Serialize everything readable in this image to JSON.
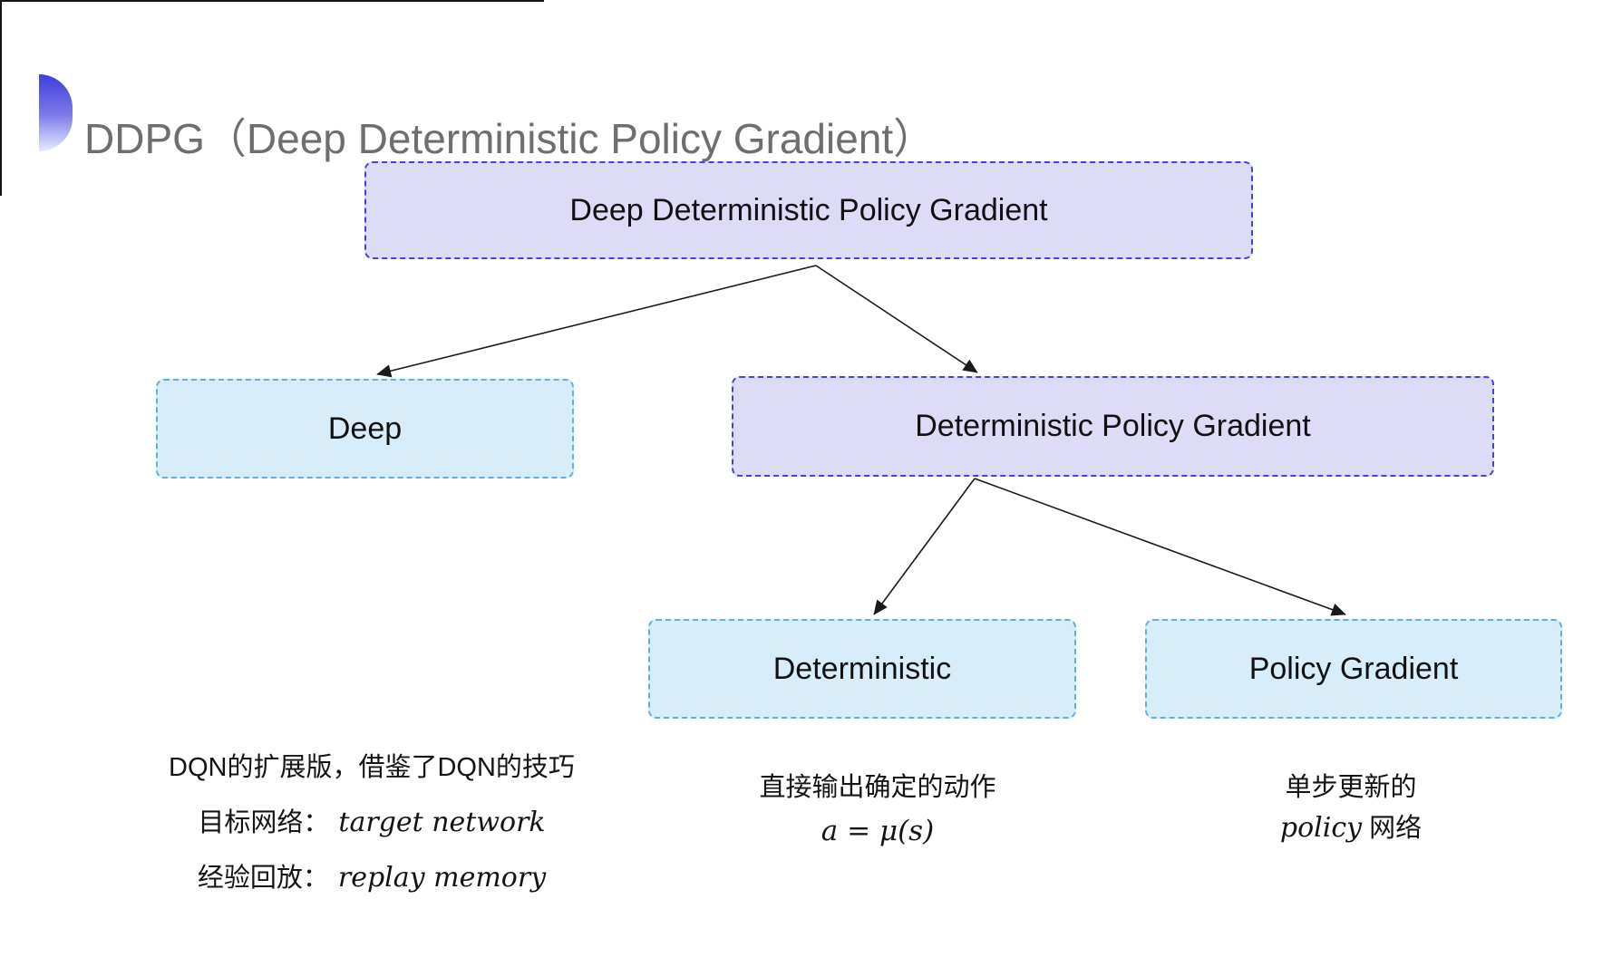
{
  "title": "DDPG（Deep Deterministic Policy Gradient）",
  "tree": {
    "root": "Deep Deterministic Policy Gradient",
    "deep": "Deep",
    "dpg": "Deterministic Policy Gradient",
    "deterministic": "Deterministic",
    "policy_gradient": "Policy Gradient"
  },
  "notes": {
    "deep": {
      "line1": "DQN的扩展版，借鉴了DQN的技巧",
      "line2_label": "目标网络：",
      "line2_term": "target network",
      "line3_label": "经验回放：",
      "line3_term": "replay memory"
    },
    "deterministic": {
      "line1": "直接输出确定的动作",
      "formula": "a = μ(s)"
    },
    "policy_gradient": {
      "line1": "单步更新的",
      "term": "policy",
      "rest": " 网络"
    }
  },
  "colors": {
    "purple_fill": "#dedbf7",
    "purple_border": "#4545cd",
    "cyan_fill": "#d8edfa",
    "cyan_border": "#5fb0df",
    "title_gray": "#6e6e6e",
    "arrow": "#1a1a1a",
    "bullet_blue": "#3e3edc"
  }
}
